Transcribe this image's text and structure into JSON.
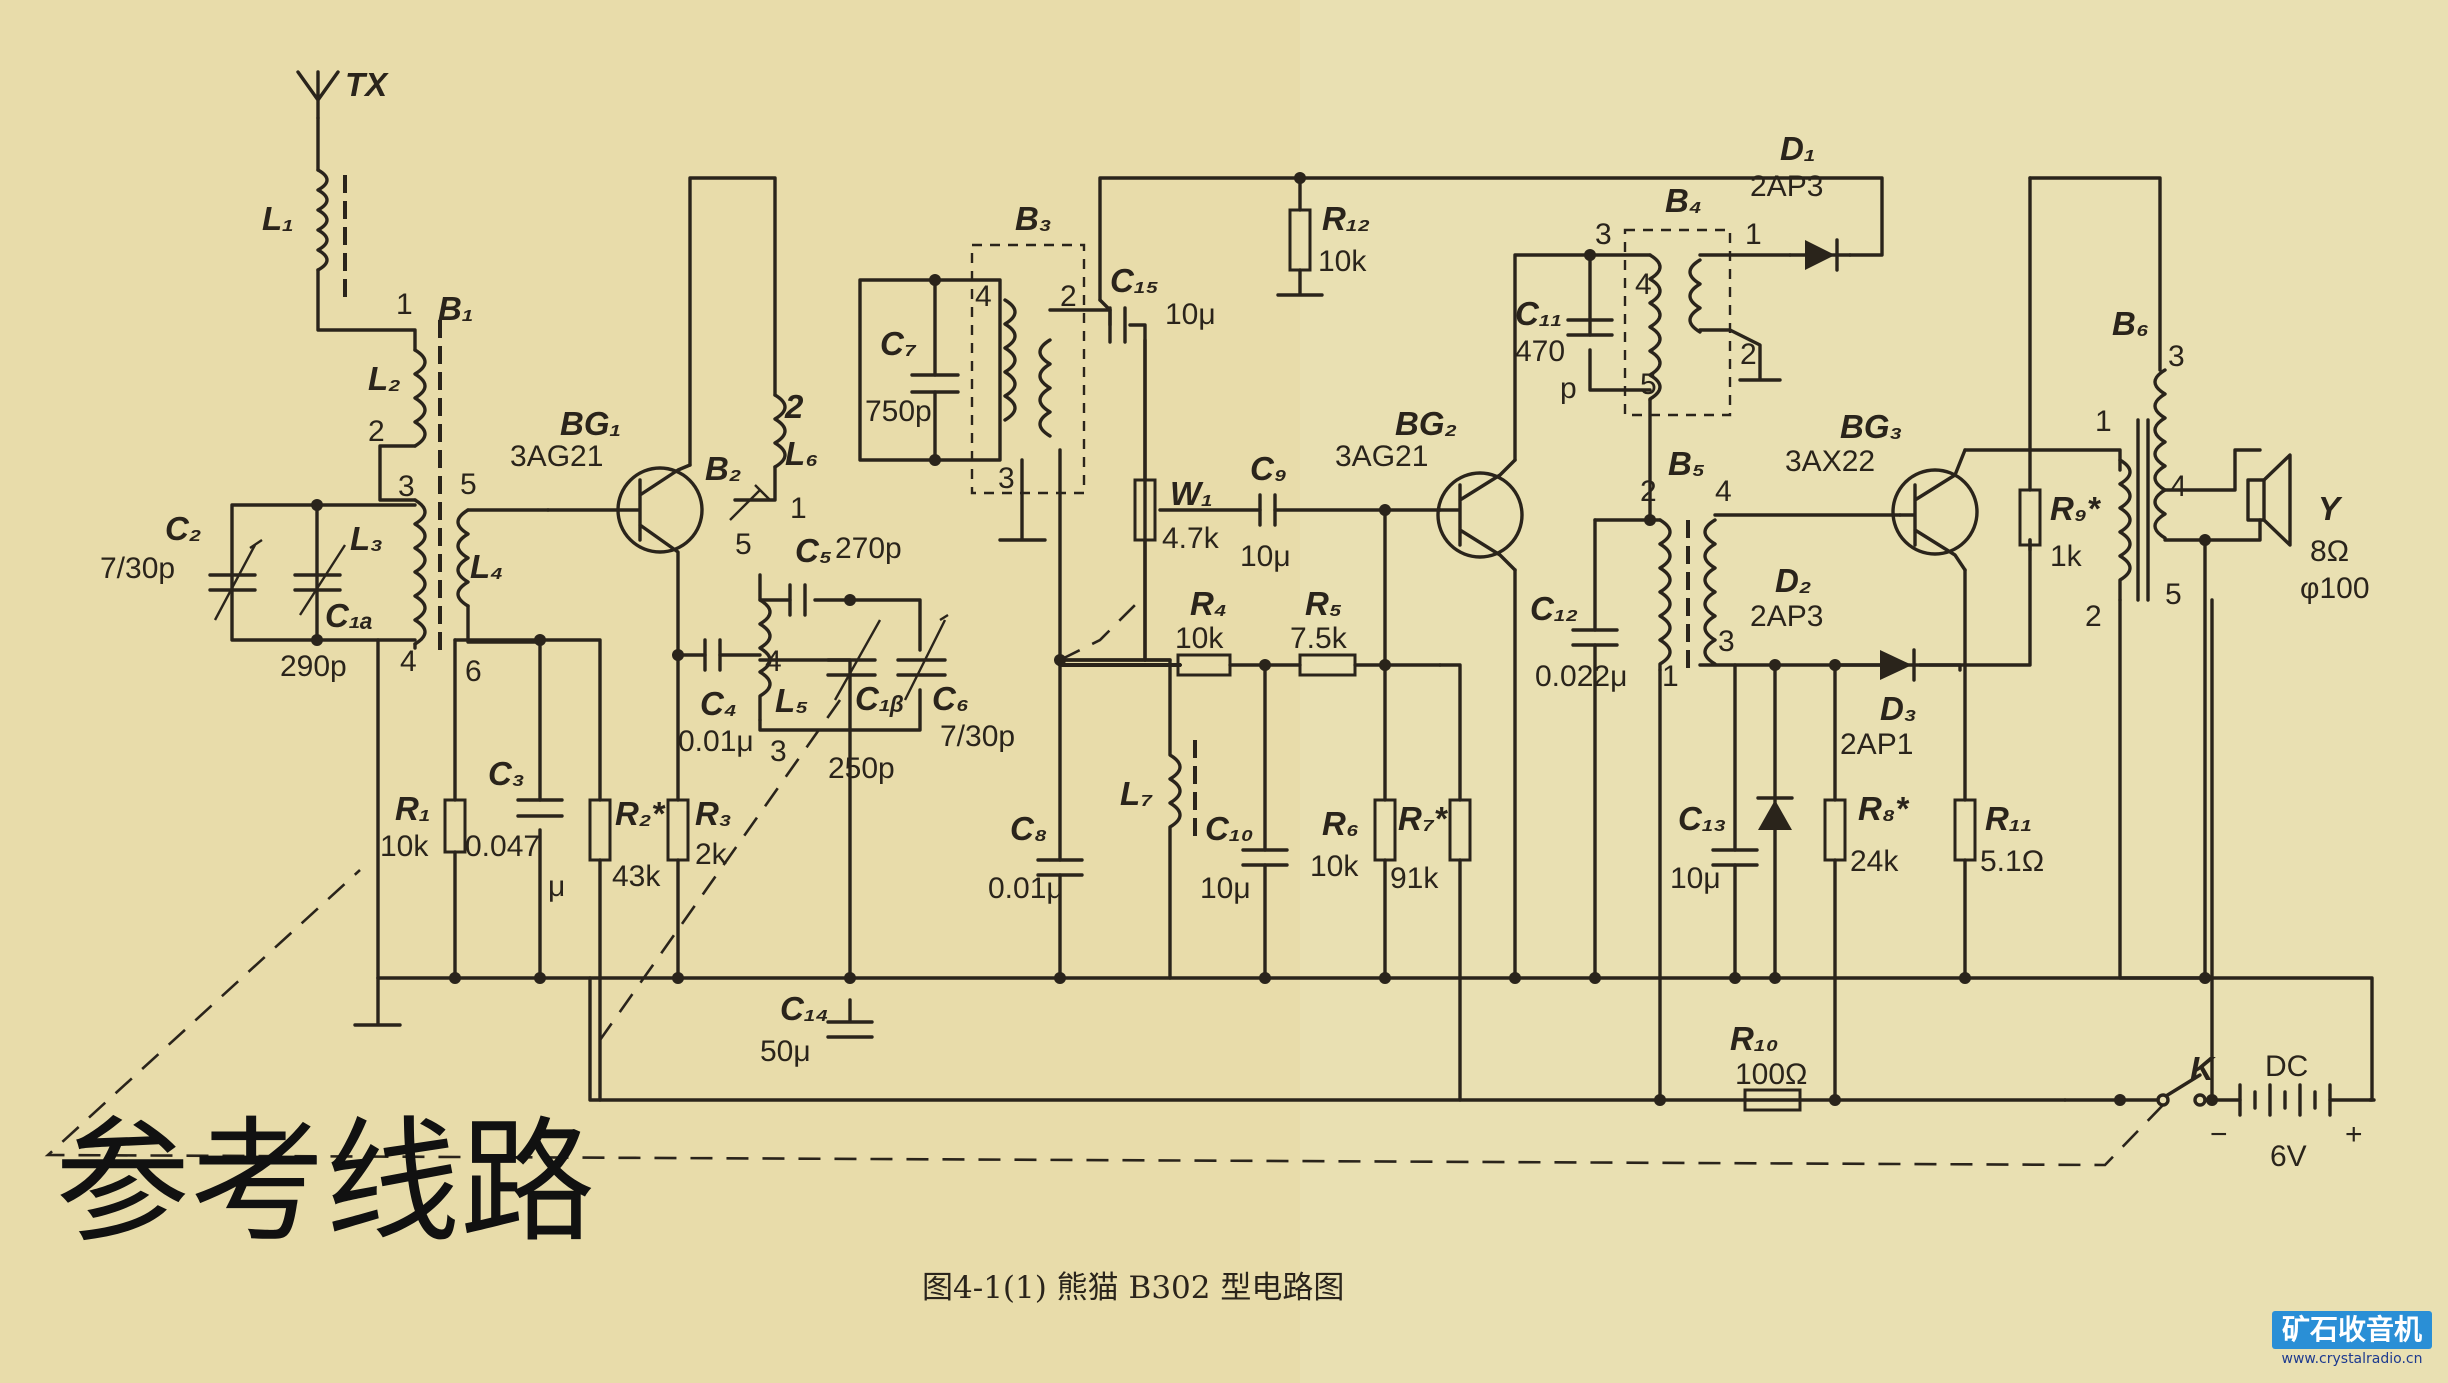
{
  "overlay_title": "参考线路",
  "caption": "图4-1(1)  熊猫 B302 型电路图",
  "watermark": {
    "title": "矿石收音机",
    "url": "www.crystalradio.cn"
  },
  "labels": {
    "antenna": "TX",
    "L1": "L₁",
    "B1": "B₁",
    "L2": "L₂",
    "L3": "L₃",
    "L4": "L₄",
    "C1a": "C₁ₐ",
    "C2": "C₂",
    "C2_val": "7/30p",
    "C1_val": "290p",
    "pin1": "1",
    "pin2": "2",
    "pin3": "3",
    "pin4": "4",
    "pin5": "5",
    "pin6": "6",
    "BG1": "BG₁",
    "BG1_type": "3AG21",
    "R1": "R₁",
    "R1_val": "10k",
    "C3": "C₃",
    "C3_val": "0.047",
    "C3_unit": "μ",
    "R2": "R₂*",
    "R2_val": "43k",
    "R3": "R₃",
    "R3_val": "2k",
    "C4": "C₄",
    "C4_val": "0.01μ",
    "B2": "B₂",
    "L5": "L₅",
    "L6": "L₆",
    "C5": "C₅",
    "C5_val": "270p",
    "C1b": "C₁ᵦ",
    "C6": "C₆",
    "C1b_val": "250p",
    "C6_val": "7/30p",
    "C14": "C₁₄",
    "C14_val": "50μ",
    "B3": "B₃",
    "C7": "C₇",
    "C7_val": "750p",
    "C15": "C₁₅",
    "C15_val": "10μ",
    "C8": "C₈",
    "C8_val": "0.01μ",
    "L7": "L₇",
    "W1": "W₁",
    "W1_val": "4.7k",
    "C9": "C₉",
    "C9_val": "10μ",
    "R12": "R₁₂",
    "R12_val": "10k",
    "R4": "R₄",
    "R4_val": "10k",
    "R5": "R₅",
    "R5_val": "7.5k",
    "C10": "C₁₀",
    "C10_val": "10μ",
    "R6": "R₆",
    "R6_val": "10k",
    "R7": "R₇*",
    "R7_val": "91k",
    "BG2": "BG₂",
    "BG2_type": "3AG21",
    "B4": "B₄",
    "C11": "C₁₁",
    "C11_val": "470",
    "C11_unit": "p",
    "D1": "D₁",
    "D1_type": "2AP3",
    "B5": "B₅",
    "C12": "C₁₂",
    "C12_val": "0.022μ",
    "BG3": "BG₃",
    "BG3_type": "3AX22",
    "D2": "D₂",
    "D2_type": "2AP3",
    "D3": "D₃",
    "D3_type": "2AP1",
    "C13": "C₁₃",
    "C13_val": "10μ",
    "R8": "R₈*",
    "R8_val": "24k",
    "R9": "R₉*",
    "R9_val": "1k",
    "R11": "R₁₁",
    "R11_val": "5.1Ω",
    "R10": "R₁₀",
    "R10_val": "100Ω",
    "B6": "B₆",
    "spk": "Y",
    "spk_imp": "8Ω",
    "spk_size": "φ100",
    "K": "K",
    "DC": "DC",
    "volt": "6V",
    "minus": "−",
    "plus": "+"
  }
}
